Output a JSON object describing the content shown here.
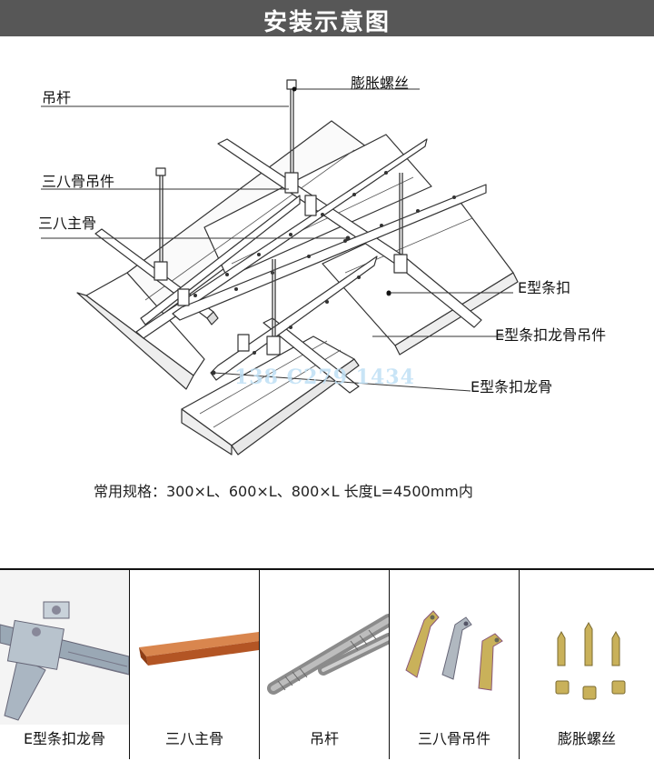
{
  "header": {
    "title": "安装示意图"
  },
  "labels": {
    "hanger_rod": "吊杆",
    "expansion_screw": "膨胀螺丝",
    "sanba_hanger": "三八骨吊件",
    "sanba_main": "三八主骨",
    "e_strip": "E型条扣",
    "e_keel_hanger": "E型条扣龙骨吊件",
    "e_keel": "E型条扣龙骨"
  },
  "watermark": "138 C279 1434",
  "spec_text": "常用规格：300×L、600×L、800×L 长度L=4500mm内",
  "parts": [
    {
      "name": "E型条扣龙骨"
    },
    {
      "name": "三八主骨"
    },
    {
      "name": "吊杆"
    },
    {
      "name": "三八骨吊件"
    },
    {
      "name": "膨胀螺丝"
    }
  ],
  "colors": {
    "header_bg": "#575757",
    "line": "#333333",
    "copper": "#c8642e",
    "zinc": "#9aa8b5",
    "brass": "#c9b15a"
  }
}
